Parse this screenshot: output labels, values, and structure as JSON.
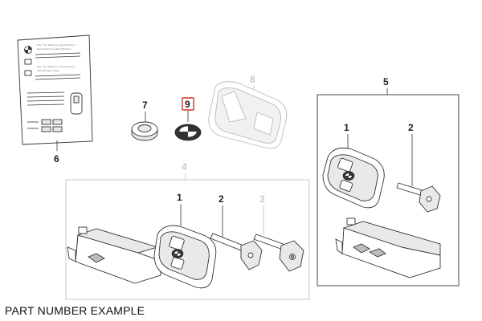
{
  "diagram": {
    "callouts": {
      "card_label": "6",
      "battery_label": "7",
      "emblem_label": "9",
      "key_housing_label": "8",
      "set_left_label": "4",
      "set_right_label": "5",
      "left_key_label": "1",
      "left_blade_label": "2",
      "left_emergency_label": "3",
      "right_key_label": "1",
      "right_blade_label": "2"
    },
    "card": {
      "line_1": "Key \"Car Memory, Key Memory\"",
      "line_2": "Kennzeichnung Key Memory",
      "line_3": "Key \"Car Memory, Key Memory\"",
      "line_4": "Identification data"
    },
    "highlight_color": "#d32f2f"
  },
  "caption": "PART NUMBER EXAMPLE"
}
